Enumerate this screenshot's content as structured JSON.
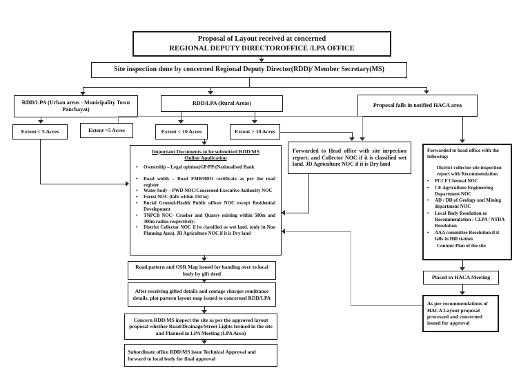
{
  "header": {
    "line1": "Proposal of Layout received at concerned",
    "line2": "REGIONAL DEPUTY DIRECTOROFFICE /LPA OFFICE"
  },
  "site_inspection": "Site inspection done by concerned Regional Deputy Director(RDD)/ Member Secretary(MS)",
  "branches": {
    "urban": "RDD/LPA (Urban areas - Municipality Town Panchayat)",
    "rural": "RDD/LPA (Rural Areas)",
    "haca": "Proposal falls in notified HACA area"
  },
  "extents": {
    "lt5": "Extent < 5 Acres",
    "gt5": "Extent >5 Acres",
    "lt10": "Extent < 10 Acres",
    "gt10": "Extent > 10 Acres"
  },
  "important_docs": {
    "title1": "Important Documents to be submitted RDD/MS",
    "title2": "Online Application",
    "items": [
      "Ownership – Legal opinion(GP/PP/(Nationalised Bank",
      "Road width – Road FMB/BDO certificate as per the road register",
      "Water body – PWD NOC/Concerned Executive Authority NOC",
      "Forest NOC (falls within 150 m)",
      "Burial Ground-Health Public officer NOC except Residential Development",
      "TNPCB NOC- Crusher and Quarry existing within 500m and 300m radius respectively.",
      "District Collector NOC if its classified as wet land. (only in Non Planning Area), JD Agriculture NOC if it is Dry land"
    ]
  },
  "road_pattern": "Road pattern and OSR Map issued for handing over to local body by gift deed",
  "after_receiving": "After receiving gifted details and centage charges remittance details, plot pattern layout map issued to concerned RDD/LPA",
  "concern_inspect": "Concern RDD/MS inspect the site as per the approved layout proposal whether Road/Drainage/Street Lights formed in the site and Planned in LPA Meeting (LPA Area)",
  "subordinate": "Subordinate office RDD/MS issue Technical Approval and forward to local body for final approval",
  "fwd_mid": "Forwarded to Head office with site inspection report; and Collector NOC if it is classified wet land. JD Agriculture NOC if it is Dry land",
  "fwd_right": {
    "intro": "Forwarded to head office with the following:",
    "items": [
      "District collector site inspection report with Recommendation",
      "PCCF Chennai NOC",
      "CE Agriculture Engineering Department NOC",
      "AD / DD of Geology and Mining department NOC",
      "Local Body Resolution or Recommendation / CLPA / NTDA Resolution",
      "AAA committee Resolution if it falls in Hill station",
      "Contour Plan of the site"
    ]
  },
  "placed_haca": "Placed in HACA Meeting",
  "as_per": "As per recommendations of HACA Layout proposal processed and concerned issued for approval"
}
